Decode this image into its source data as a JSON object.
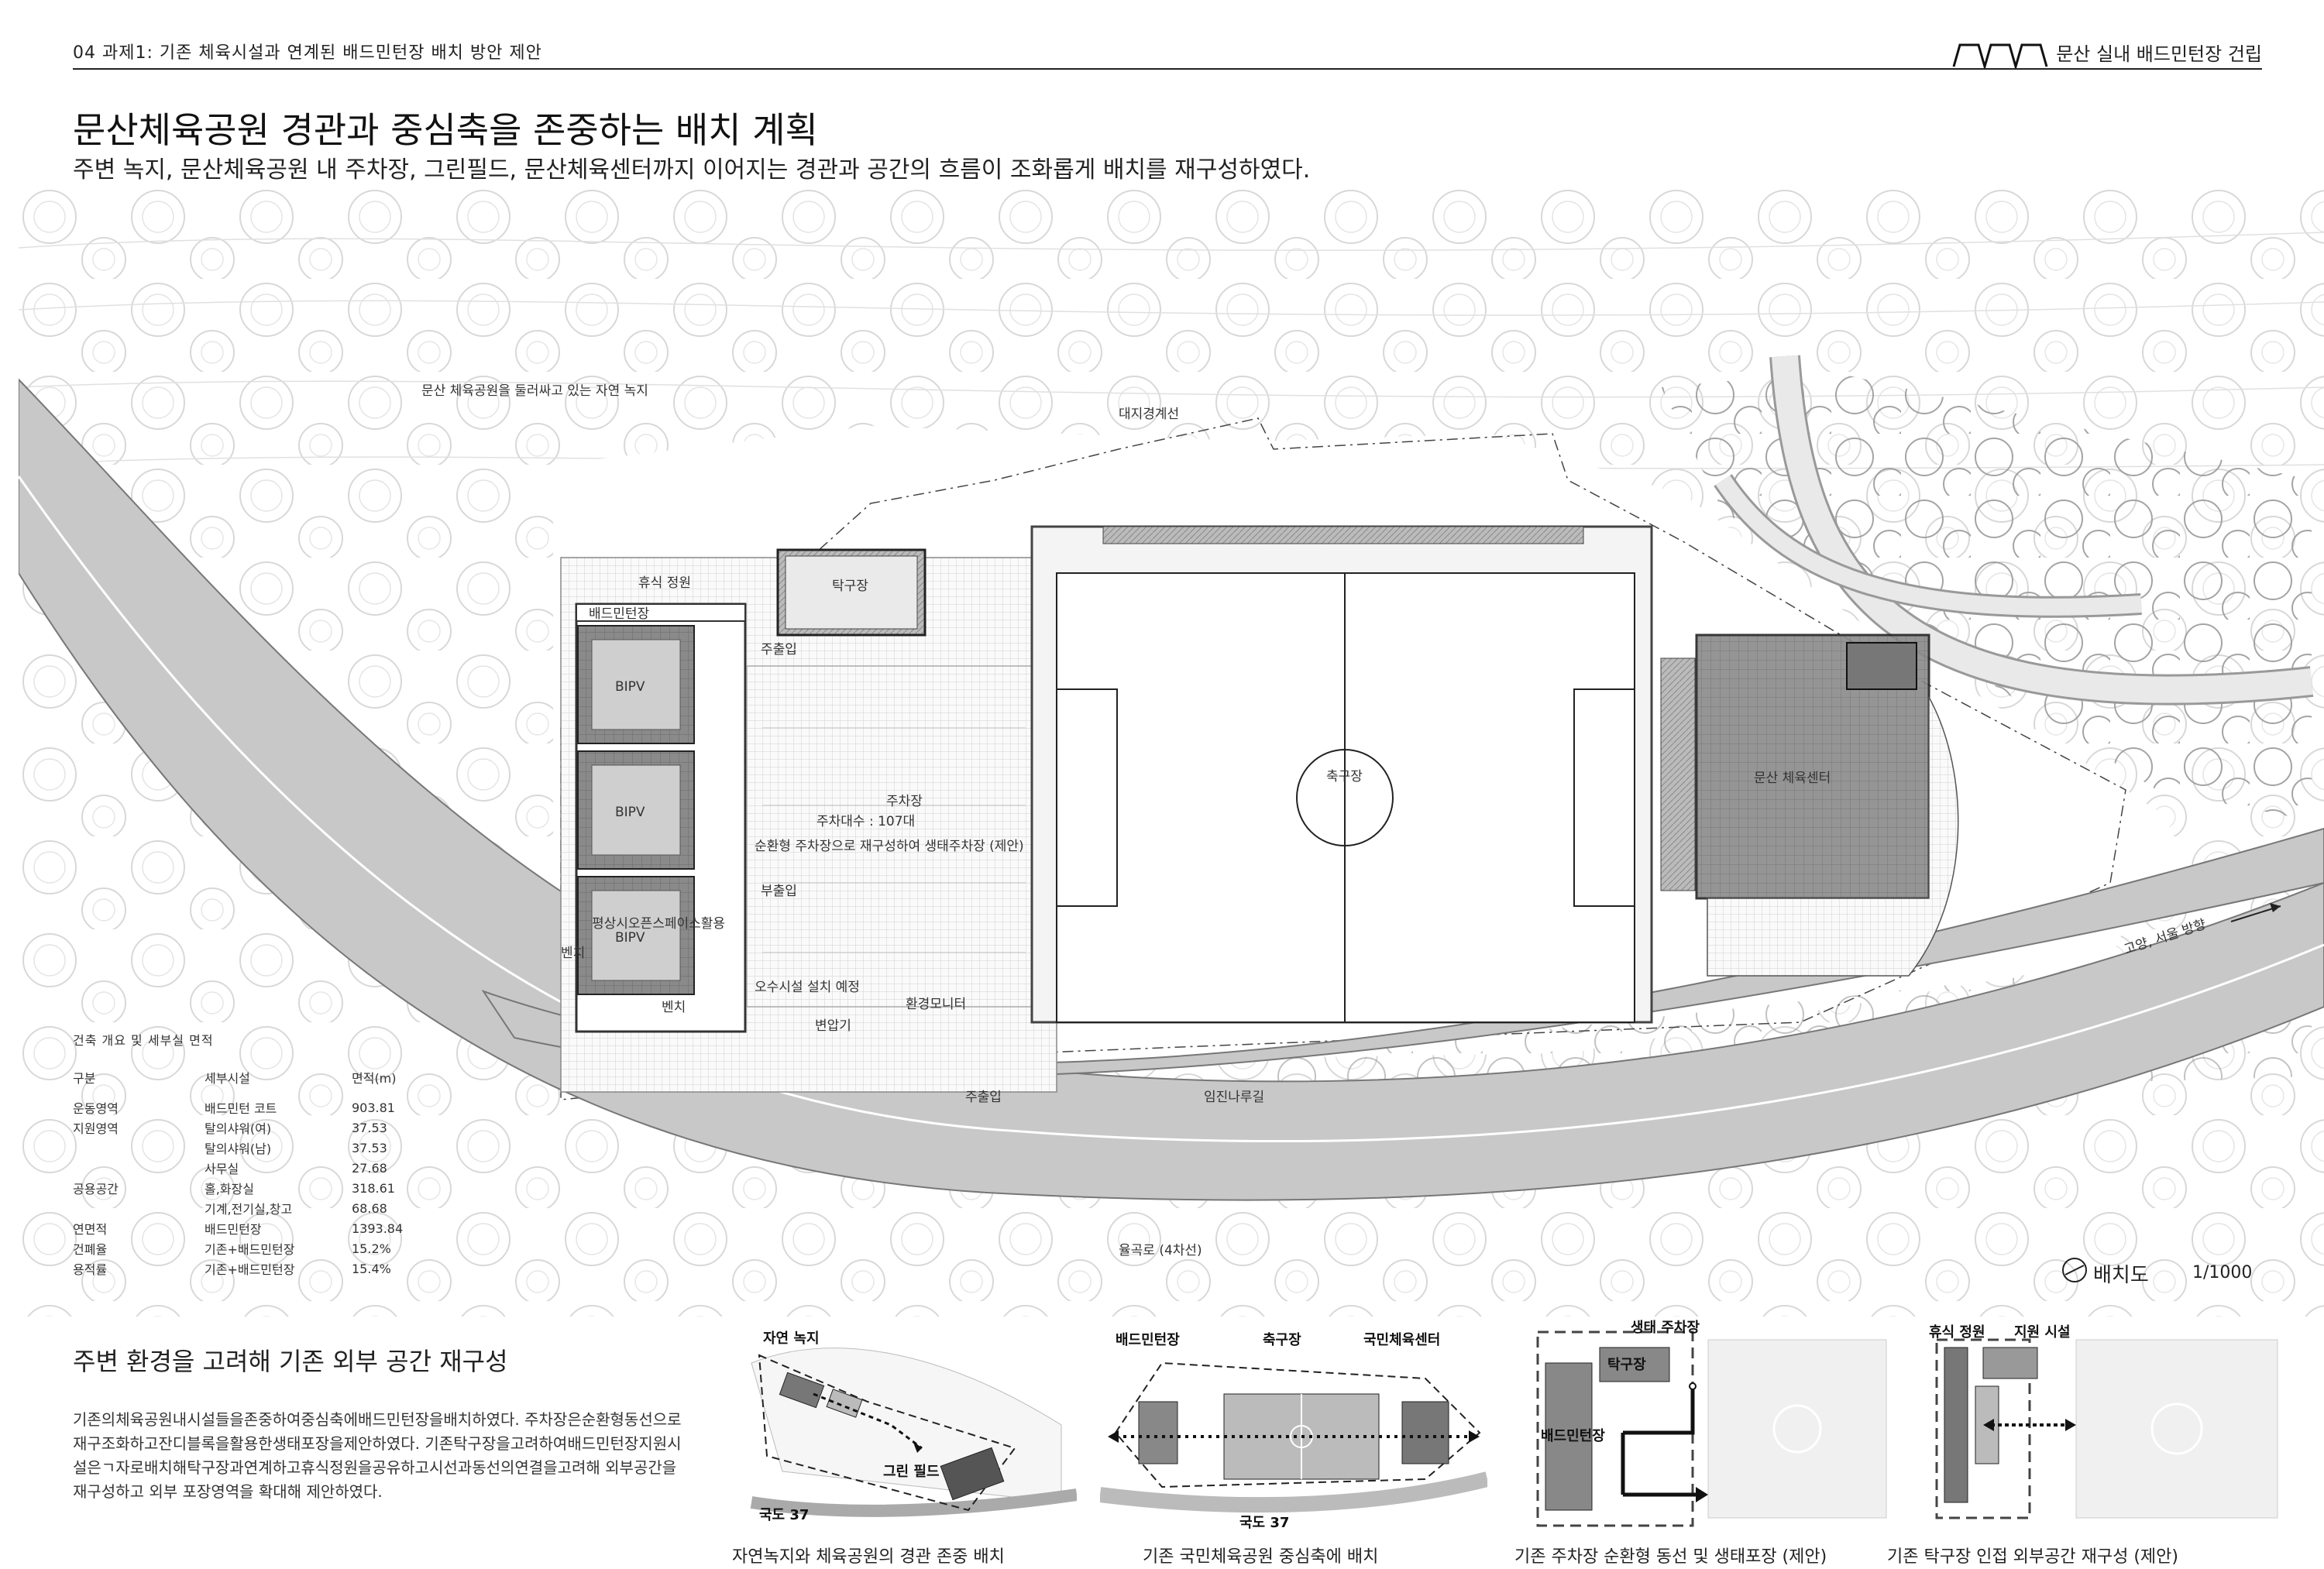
{
  "header": {
    "section": "04 과제1: 기존 체육시설과 연계된 배드민턴장 배치 방안 제안",
    "project": "문산 실내 배드민턴장 건립"
  },
  "title": "문산체육공원 경관과 중심축을 존중하는 배치 계획",
  "subtitle": "주변 녹지, 문산체육공원 내 주차장, 그린필드, 문산체육센터까지 이어지는 경관과 공간의 흐름이 조화롭게 배치를 재구성하였다.",
  "plan": {
    "green_label": "문산 체육공원을 둘러싸고 있는 자연 녹지",
    "boundary_label": "대지경계선",
    "rest_garden": "휴식 정원",
    "badminton": "배드민턴장",
    "bipv": "BIPV",
    "table_tennis": "탁구장",
    "main_entrance": "주출입",
    "sub_entrance": "부출입",
    "open_space": "평상시오픈스페이스활용",
    "bench1": "벤치",
    "bench2": "벤치",
    "parking": "주차장",
    "parking_count": "주차대수 : 107대",
    "parking_note": "순환형 주차장으로 재구성하여 생태주차장 (제안)",
    "drain": "오수시설 설치 예정",
    "monitor": "환경모니터",
    "transformer": "변압기",
    "soccer": "축구장",
    "sports_center": "문산 체육센터",
    "gate_entrance": "주출입",
    "road_imjin": "임진나루길",
    "road_yulgok": "율곡로 (4차선)",
    "direction": "고양, 서울 방향"
  },
  "overview": {
    "title": "건축 개요 및 세부실 면적",
    "headers": [
      "구분",
      "세부시설",
      "면적(m)"
    ],
    "rows": [
      [
        "운동영역",
        "배드민턴 코트",
        "903.81"
      ],
      [
        "지원영역",
        "탈의샤워(여)",
        "37.53"
      ],
      [
        "",
        "탈의샤워(남)",
        "37.53"
      ],
      [
        "",
        "사무실",
        "27.68"
      ],
      [
        "공용공간",
        "홀,화장실",
        "318.61"
      ],
      [
        "",
        "기계,전기실,창고",
        "68.68"
      ],
      [
        "연면적",
        "배드민턴장",
        "1393.84"
      ],
      [
        "건폐율",
        "기존+배드민턴장",
        "15.2%"
      ],
      [
        "용적률",
        "기존+배드민턴장",
        "15.4%"
      ]
    ]
  },
  "scale": {
    "label": "배치도",
    "ratio": "1/1000"
  },
  "bottom": {
    "title": "주변 환경을 고려해 기존 외부 공간 재구성",
    "description": "기존의체육공원내시설들을존중하여중심축에배드민턴장을배치하였다. 주차장은순환형동선으로재구조화하고잔디블록을활용한생태포장을제안하였다. 기존탁구장을고려하여배드민턴장지원시설은ㄱ자로배치해탁구장과연계하고휴식정원을공유하고시선과동선의연결을고려해 외부공간을재구성하고 외부 포장영역을 확대해 제안하였다."
  },
  "panels": [
    {
      "caption": "자연녹지와 체육공원의 경관 존중 배치",
      "labels": [
        "자연 녹지",
        "그린 필드",
        "국도 37"
      ]
    },
    {
      "caption": "기존 국민체육공원 중심축에 배치",
      "labels": [
        "배드민턴장",
        "축구장",
        "국민체육센터",
        "국도 37"
      ]
    },
    {
      "caption": "기존 주차장 순환형 동선 및 생태포장 (제안)",
      "labels": [
        "생태 주차장",
        "탁구장",
        "배드민턴장"
      ]
    },
    {
      "caption": "기존 탁구장 인접 외부공간 재구성 (제안)",
      "labels": [
        "휴식 정원",
        "지원 시설"
      ]
    }
  ]
}
